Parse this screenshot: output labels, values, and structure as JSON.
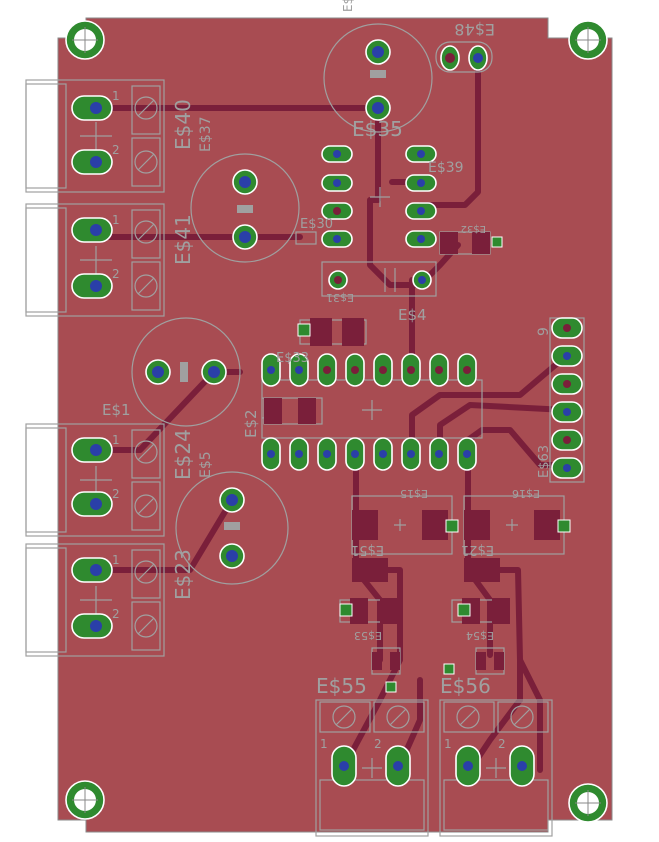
{
  "board": {
    "colors": {
      "board": "#a84c52",
      "trace": "#7a1f3a",
      "pad": "#2f8a2f",
      "drill": "#2a3fa8",
      "silkscreen": "#a0a0a0",
      "background": "#ffffff"
    }
  },
  "labels": {
    "es40": "E$40",
    "es37": "E$37",
    "es41": "E$41",
    "es35": "E$35",
    "es48": "E$48",
    "es39": "E$39",
    "es32": "E$32",
    "es31": "E$31",
    "es30": "E$30",
    "es4": "E$4",
    "es1": "E$1",
    "es2": "E$2",
    "es24a": "E$24",
    "es5": "E$5",
    "es23": "E$23",
    "es15": "E$15",
    "es16": "E$16",
    "es51": "E$51",
    "es21": "E$21",
    "es53": "E$53",
    "es54": "E$54",
    "es55": "E$55",
    "es56": "E$56",
    "es63": "E$63",
    "es33": "E$33",
    "es2x": "E$2",
    "pin1": "1",
    "pin2": "2",
    "pin9": "9"
  }
}
